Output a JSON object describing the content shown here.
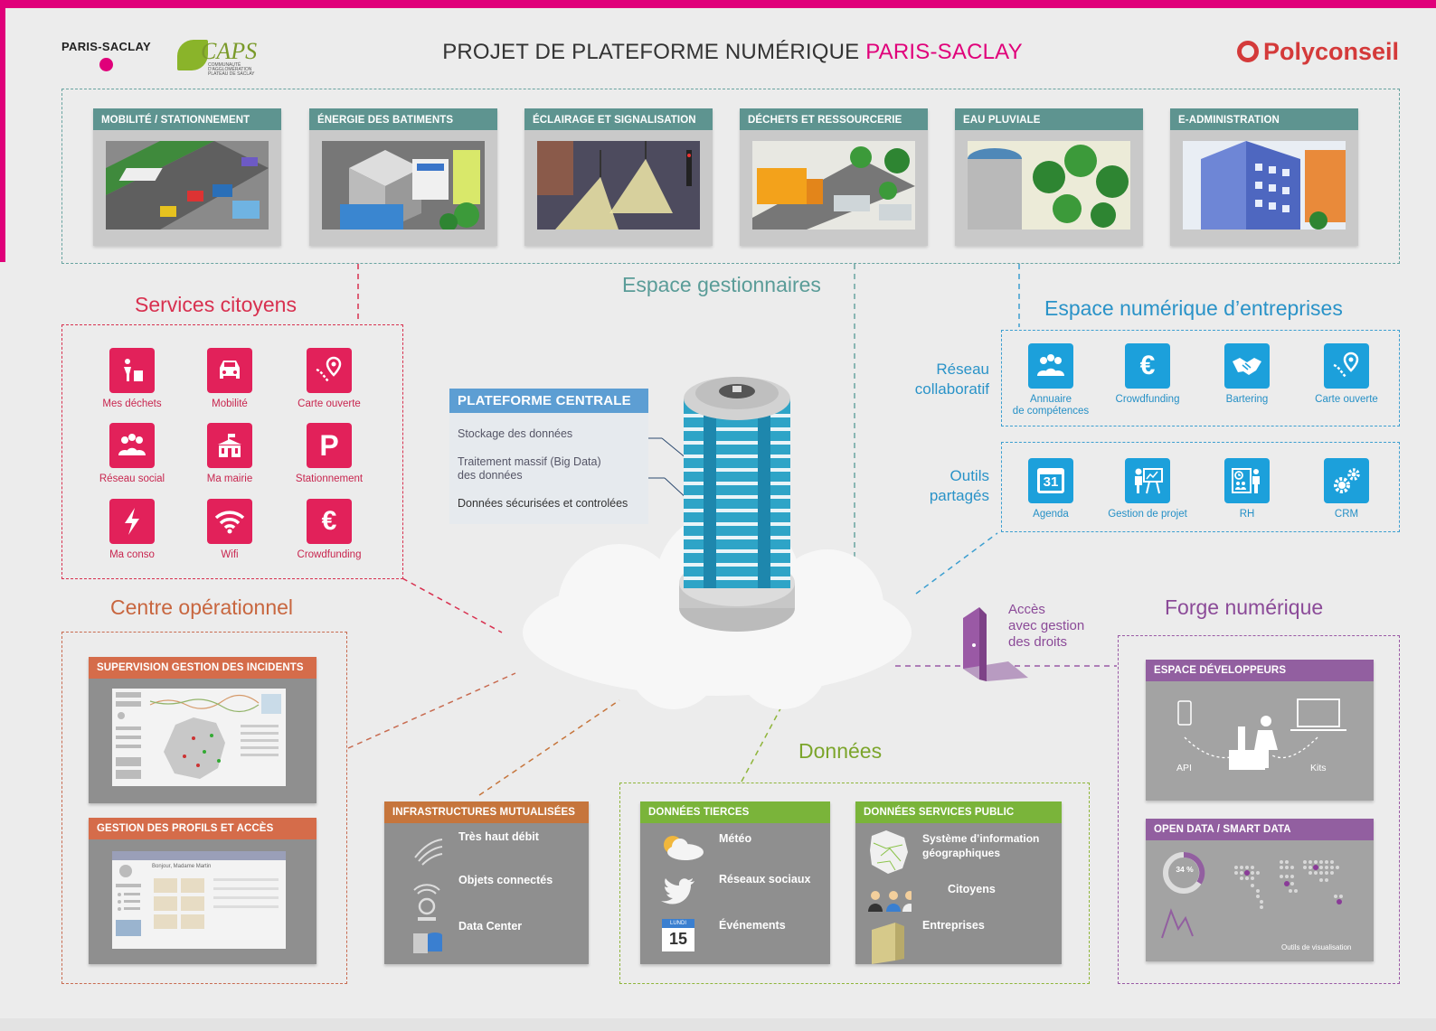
{
  "header": {
    "title_main": "PROJET DE PLATEFORME NUMÉRIQUE ",
    "title_accent": "PARIS-SACLAY",
    "logo_paris_saclay": "PARIS-SACLAY",
    "logo_caps": "CAPS",
    "logo_caps_sub": "COMMUNAUTÉ D'AGGLOMÉRATION PLATEAU DE SACLAY",
    "logo_polyconseil": "Polyconseil"
  },
  "domains": [
    {
      "label": "MOBILITÉ / STATIONNEMENT"
    },
    {
      "label": "ÉNERGIE DES BATIMENTS"
    },
    {
      "label": "ÉCLAIRAGE ET SIGNALISATION"
    },
    {
      "label": "DÉCHETS ET RESSOURCERIE"
    },
    {
      "label": "EAU PLUVIALE"
    },
    {
      "label": "E-ADMINISTRATION"
    }
  ],
  "espace_gestionnaires": "Espace gestionnaires",
  "services_citoyens": {
    "title": "Services citoyens",
    "items": [
      {
        "label": "Mes déchets",
        "icon": "recycle-person-icon"
      },
      {
        "label": "Mobilité",
        "icon": "car-icon"
      },
      {
        "label": "Carte ouverte",
        "icon": "map-pin-icon"
      },
      {
        "label": "Réseau social",
        "icon": "people-icon"
      },
      {
        "label": "Ma mairie",
        "icon": "town-hall-icon"
      },
      {
        "label": "Stationnement",
        "icon": "parking-icon",
        "glyph": "P"
      },
      {
        "label": "Ma conso",
        "icon": "lightning-icon"
      },
      {
        "label": "Wifi",
        "icon": "wifi-icon"
      },
      {
        "label": "Crowdfunding",
        "icon": "euro-icon",
        "glyph": "€"
      }
    ]
  },
  "entreprises": {
    "title": "Espace numérique d’entreprises",
    "reseau_label_1": "Réseau",
    "reseau_label_2": "collaboratif",
    "outils_label_1": "Outils",
    "outils_label_2": "partagés",
    "reseau": [
      {
        "label_1": "Annuaire",
        "label_2": "de compétences",
        "icon": "people-icon"
      },
      {
        "label_1": "Crowdfunding",
        "label_2": "",
        "icon": "euro-icon",
        "glyph": "€"
      },
      {
        "label_1": "Bartering",
        "label_2": "",
        "icon": "handshake-icon"
      },
      {
        "label_1": "Carte ouverte",
        "label_2": "",
        "icon": "map-pin-icon"
      }
    ],
    "outils": [
      {
        "label": "Agenda",
        "icon": "calendar-icon",
        "glyph": "31"
      },
      {
        "label": "Gestion de projet",
        "icon": "presentation-icon"
      },
      {
        "label": "RH",
        "icon": "hr-icon"
      },
      {
        "label": "CRM",
        "icon": "gears-icon"
      }
    ]
  },
  "plateforme": {
    "title": "PLATEFORME CENTRALE",
    "items": [
      "Stockage des données",
      "Traitement massif (Big Data)",
      "des données",
      "Données sécurisées et controlées"
    ]
  },
  "centre_operationnel": {
    "title": "Centre opérationnel",
    "panel1": "SUPERVISION GESTION DES INCIDENTS",
    "panel2": "GESTION DES PROFILS ET ACCÈS",
    "screen_greeting": "Bonjour, Madame Martin"
  },
  "acces": {
    "line1": "Accès",
    "line2": "avec gestion",
    "line3": "des droits"
  },
  "forge": {
    "title": "Forge numérique",
    "panel1": "ESPACE DÉVELOPPEURS",
    "api": "API",
    "kits": "Kits",
    "panel2": "OPEN DATA / SMART DATA",
    "percent": "34 %",
    "outils_visu": "Outils de visualisation"
  },
  "donnees": {
    "title": "Données",
    "infra": {
      "header": "INFRASTRUCTURES MUTUALISÉES",
      "rows": [
        "Très haut débit",
        "Objets connectés",
        "Data Center"
      ]
    },
    "tierces": {
      "header": "DONNÉES TIERCES",
      "rows": [
        "Météo",
        "Réseaux sociaux",
        "Événements"
      ],
      "cal_day": "LUNDI",
      "cal_num": "15"
    },
    "public": {
      "header": "DONNÉES SERVICES PUBLIC",
      "rows": [
        "Système d’information",
        "géographiques",
        "Citoyens",
        "Entreprises"
      ]
    }
  },
  "colors": {
    "brand_pink": "#e0007a",
    "teal": "#5e9490",
    "citizen_pink": "#e2215a",
    "enterprise_blue": "#1ca0db",
    "orange": "#d56c4a",
    "green": "#7ab43a",
    "purple": "#925fa0"
  }
}
